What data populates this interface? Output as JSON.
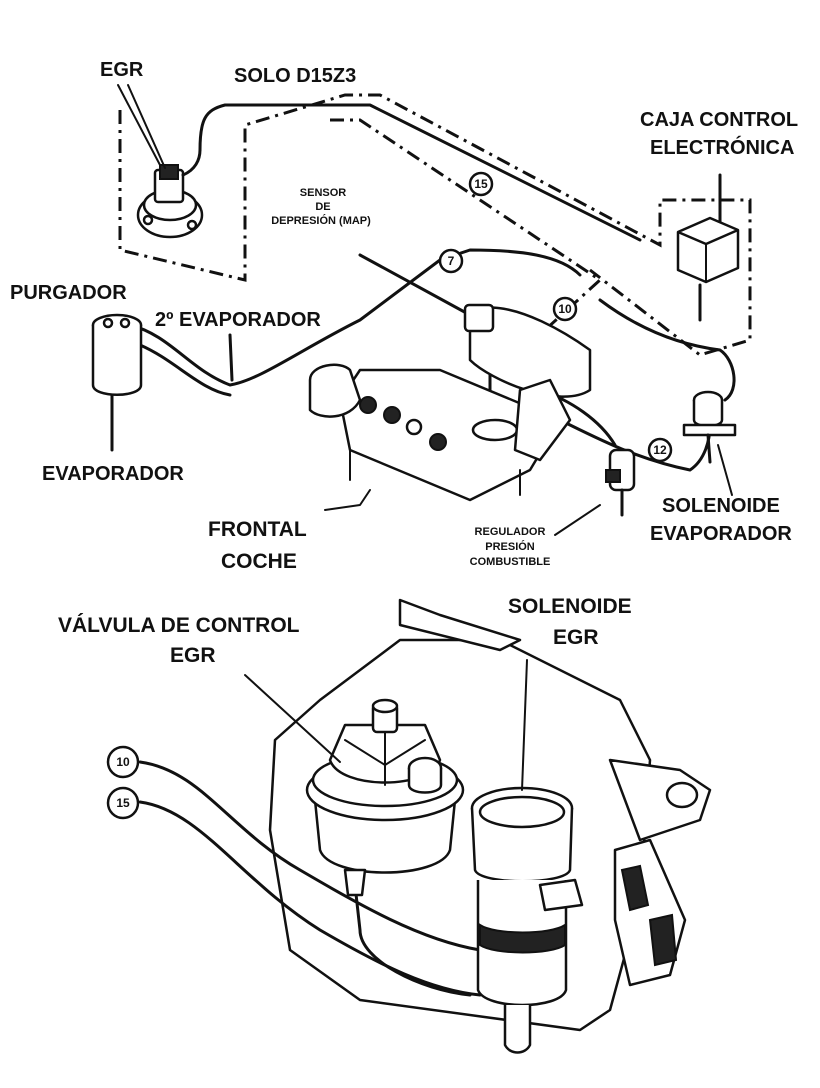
{
  "labels": {
    "egr": "EGR",
    "solo": "SOLO D15Z3",
    "caja_control_1": "CAJA CONTROL",
    "caja_control_2": "ELECTRÓNICA",
    "sensor_1": "SENSOR",
    "sensor_2": "DE",
    "sensor_3": "DEPRESIÓN (MAP)",
    "purgador": "PURGADOR",
    "evaporador_2": "2º EVAPORADOR",
    "evaporador": "EVAPORADOR",
    "frontal_1": "FRONTAL",
    "frontal_2": "COCHE",
    "regulador_1": "REGULADOR",
    "regulador_2": "PRESIÓN",
    "regulador_3": "COMBUSTIBLE",
    "solenoide_evap_1": "SOLENOIDE",
    "solenoide_evap_2": "EVAPORADOR",
    "valvula_1": "VÁLVULA DE CONTROL",
    "valvula_2": "EGR",
    "solenoide_egr_1": "SOLENOIDE",
    "solenoide_egr_2": "EGR"
  },
  "hose_numbers": {
    "n15_top": "15",
    "n7": "7",
    "n10_top": "10",
    "n12": "12",
    "n10_bottom": "10",
    "n15_bottom": "15"
  }
}
